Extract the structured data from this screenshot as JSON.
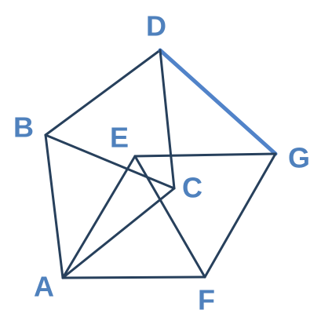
{
  "colors": {
    "edge": "#27405c",
    "highlight_edge": "#5183c9",
    "label": "#4f81bd",
    "background": "#ffffff"
  },
  "vertices": [
    {
      "id": "A",
      "label": "A"
    },
    {
      "id": "B",
      "label": "B"
    },
    {
      "id": "C",
      "label": "C"
    },
    {
      "id": "D",
      "label": "D"
    },
    {
      "id": "E",
      "label": "E"
    },
    {
      "id": "F",
      "label": "F"
    },
    {
      "id": "G",
      "label": "G"
    }
  ],
  "edges": [
    {
      "from": "A",
      "to": "B",
      "highlight": false
    },
    {
      "from": "B",
      "to": "D",
      "highlight": false
    },
    {
      "from": "D",
      "to": "G",
      "highlight": true
    },
    {
      "from": "G",
      "to": "F",
      "highlight": false
    },
    {
      "from": "F",
      "to": "A",
      "highlight": false
    },
    {
      "from": "A",
      "to": "E",
      "highlight": false
    },
    {
      "from": "A",
      "to": "C",
      "highlight": false
    },
    {
      "from": "B",
      "to": "C",
      "highlight": false
    },
    {
      "from": "D",
      "to": "C",
      "highlight": false
    },
    {
      "from": "E",
      "to": "G",
      "highlight": false
    },
    {
      "from": "E",
      "to": "F",
      "highlight": false
    }
  ]
}
